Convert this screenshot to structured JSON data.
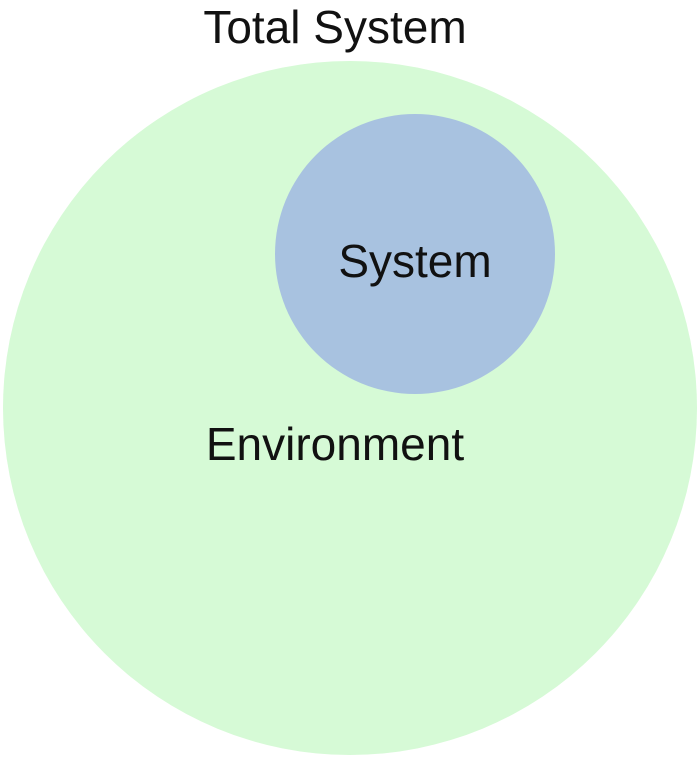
{
  "diagram": {
    "title": "Total System",
    "outer_label": "Environment",
    "inner_label": "System"
  },
  "colors": {
    "environment_fill": "#d6fad6",
    "system_fill": "#a8c2e0",
    "text": "#111111",
    "background": "#ffffff"
  }
}
